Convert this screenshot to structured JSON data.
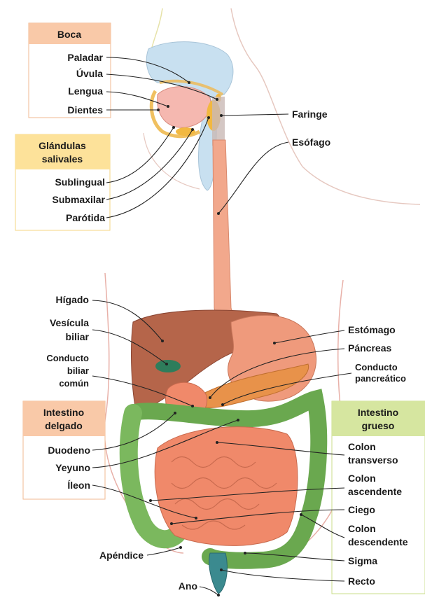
{
  "colors": {
    "boca_header": "#f9c9a8",
    "glandulas_header": "#fde29a",
    "intestino_delgado_header": "#f9c9a8",
    "intestino_grueso_header": "#d6e6a0",
    "body_outline": "#e8b0a8",
    "head_outline": "#e6e2a8",
    "liver": "#b5654a",
    "stomach": "#ef9a7c",
    "small_intestine": "#f0896a",
    "large_intestine": "#6aa84f",
    "esophagus": "#f2a88c",
    "gallbladder": "#2e7d5b",
    "pancreas": "#e8924a"
  },
  "groups": {
    "boca": {
      "header": "Boca",
      "items": [
        "Paladar",
        "Úvula",
        "Lengua",
        "Dientes"
      ]
    },
    "glandulas": {
      "header_line1": "Glándulas",
      "header_line2": "salivales",
      "items": [
        "Sublingual",
        "Submaxilar",
        "Parótida"
      ]
    },
    "intestino_delgado": {
      "header_line1": "Intestino",
      "header_line2": "delgado",
      "items": [
        "Duodeno",
        "Yeyuno",
        "Íleon"
      ]
    },
    "intestino_grueso": {
      "header_line1": "Intestino",
      "header_line2": "grueso"
    }
  },
  "labels": {
    "faringe": "Faringe",
    "esofago": "Esófago",
    "higado": "Hígado",
    "vesicula_1": "Vesícula",
    "vesicula_2": "biliar",
    "conducto_biliar_1": "Conducto",
    "conducto_biliar_2": "biliar",
    "conducto_biliar_3": "común",
    "estomago": "Estómago",
    "pancreas": "Páncreas",
    "conducto_pancreatico_1": "Conducto",
    "conducto_pancreatico_2": "pancreático",
    "colon_transverso_1": "Colon",
    "colon_transverso_2": "transverso",
    "colon_ascendente_1": "Colon",
    "colon_ascendente_2": "ascendente",
    "ciego": "Ciego",
    "colon_descendente_1": "Colon",
    "colon_descendente_2": "descendente",
    "sigma": "Sigma",
    "recto": "Recto",
    "apendice": "Apéndice",
    "ano": "Ano"
  }
}
